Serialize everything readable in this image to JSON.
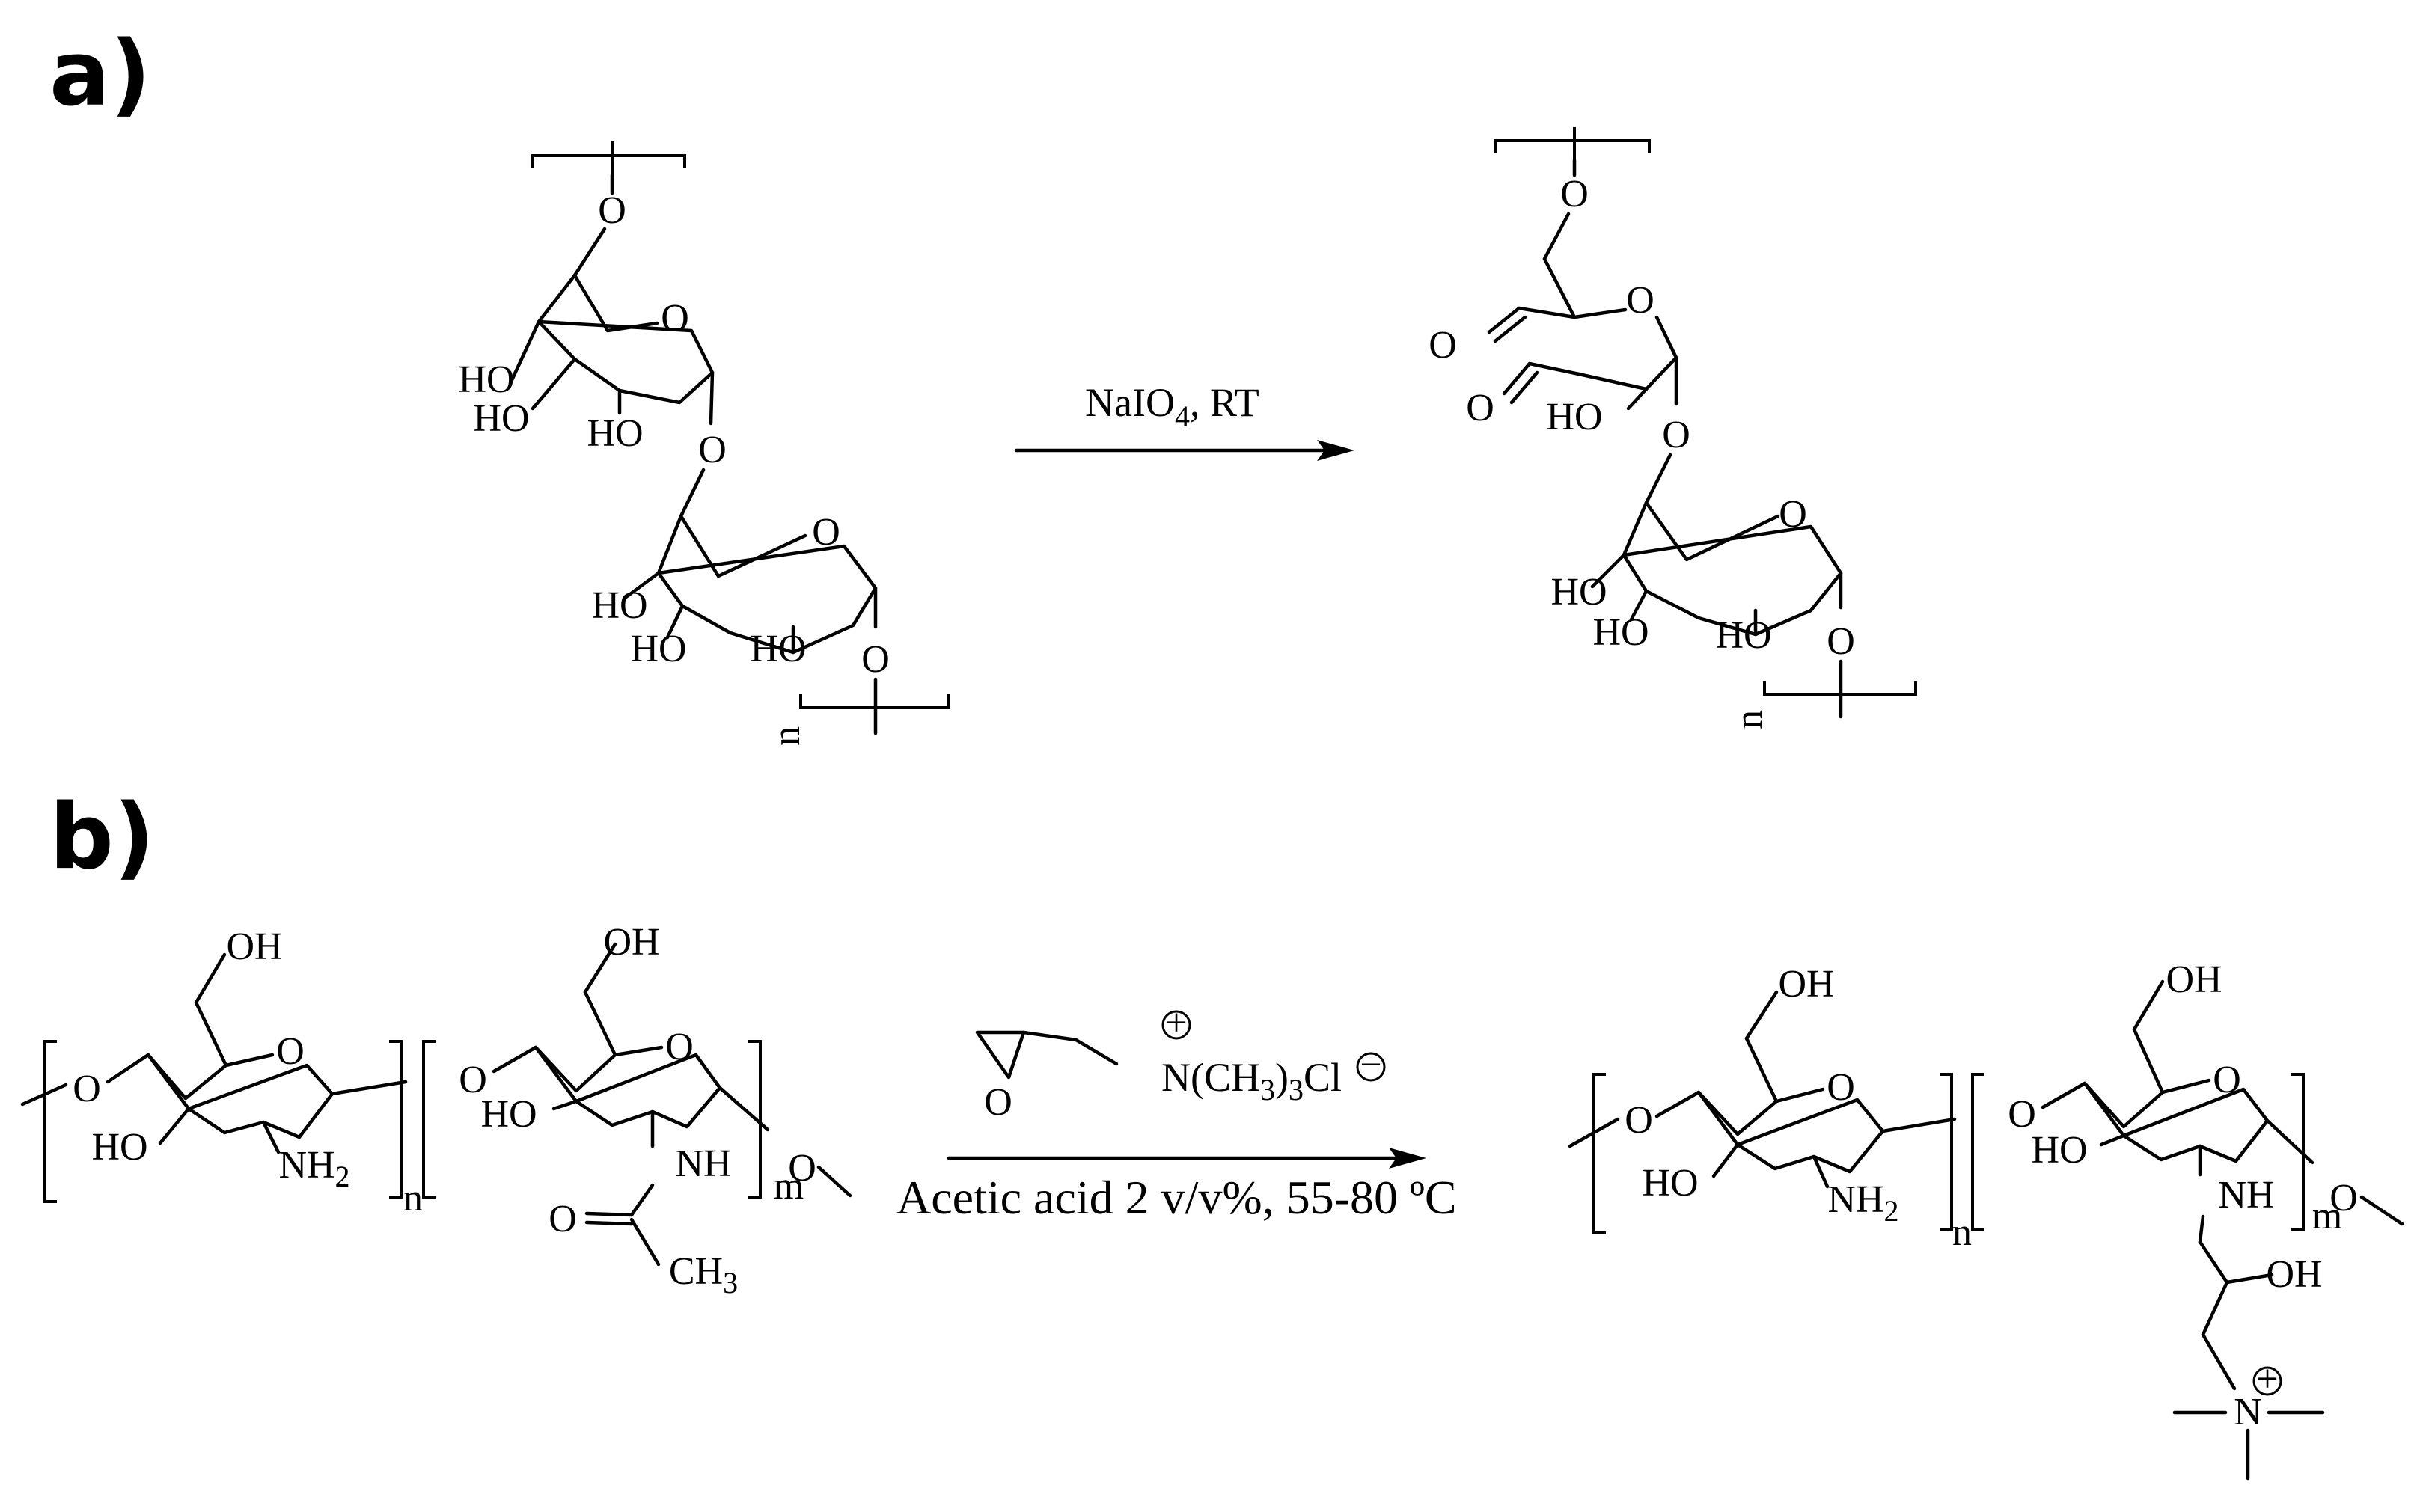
{
  "panels": [
    {
      "label": "a)",
      "reactant": {
        "atoms": [
          "O",
          "O",
          "HO",
          "HO",
          "HO",
          "O",
          "O",
          "HO",
          "HO",
          "HO",
          "O"
        ],
        "repeat_subscript": "n"
      },
      "reagent": {
        "text": "NaIO",
        "subscript": "4",
        "suffix": ", RT"
      },
      "product": {
        "atoms": [
          "O",
          "O",
          "O",
          "O",
          "HO",
          "O",
          "O",
          "HO",
          "HO",
          "HO",
          "O"
        ],
        "repeat_subscript": "n"
      }
    },
    {
      "label": "b)",
      "reactant": {
        "unit1": {
          "atoms": [
            "OH",
            "O",
            "O",
            "HO",
            "NH",
            "2"
          ],
          "subscript": "n"
        },
        "unit2": {
          "atoms": [
            "OH",
            "O",
            "O",
            "HO",
            "NH",
            "O",
            "O",
            "CH",
            "3"
          ],
          "subscript": "m"
        }
      },
      "reagent": {
        "epoxide_o": "O",
        "charge_plus": "+",
        "charge_minus": "−",
        "ammonium_prefix": "N(CH",
        "ammonium_sub": "3",
        "ammonium_mid": ")",
        "ammonium_sub2": "3",
        "ammonium_suffix": "Cl",
        "conditions": "Acetic acid 2 v/v%, 55-80 ºC"
      },
      "product": {
        "unit1": {
          "atoms": [
            "OH",
            "O",
            "O",
            "HO",
            "NH",
            "2"
          ],
          "subscript": "n"
        },
        "unit2": {
          "atoms": [
            "OH",
            "O",
            "O",
            "HO",
            "NH",
            "O"
          ],
          "subscript": "m"
        },
        "side_chain": {
          "hydroxyl": "OH",
          "nitrogen": "N",
          "charge": "+"
        }
      }
    }
  ]
}
